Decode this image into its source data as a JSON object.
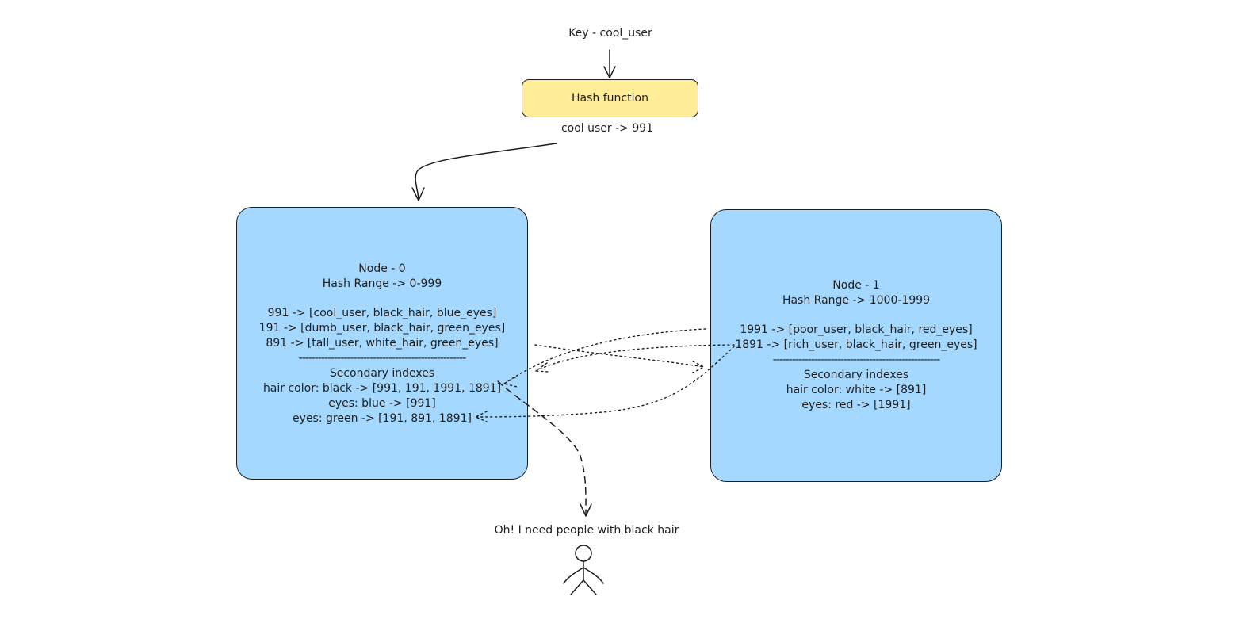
{
  "key_label": "Key - cool_user",
  "hash_function": {
    "label": "Hash function"
  },
  "hash_result": "cool user -> 991",
  "node0": {
    "title": "Node - 0",
    "hash_range": "Hash Range -> 0-999",
    "records": [
      "991 -> [cool_user, black_hair, blue_eyes]",
      "191 -> [dumb_user, black_hair, green_eyes]",
      "891 -> [tall_user, white_hair, green_eyes]"
    ],
    "separator": "----------------------------------------------------",
    "secondary_title": "Secondary indexes",
    "secondary": [
      "hair color: black -> [991, 191, 1991, 1891]",
      "eyes: blue -> [991]",
      "eyes: green -> [191, 891, 1891]"
    ]
  },
  "node1": {
    "title": "Node - 1",
    "hash_range": "Hash Range -> 1000-1999",
    "records": [
      "1991 -> [poor_user, black_hair, red_eyes]",
      "1891 -> [rich_user, black_hair, green_eyes]"
    ],
    "separator": "----------------------------------------------------",
    "secondary_title": "Secondary indexes",
    "secondary": [
      "hair color: white -> [891]",
      "eyes: red -> [1991]"
    ]
  },
  "user_query": "Oh! I need people with black hair",
  "colors": {
    "hash_fill": "#ffec99",
    "node_fill": "#a5d8ff",
    "stroke": "#1e1e1e"
  }
}
